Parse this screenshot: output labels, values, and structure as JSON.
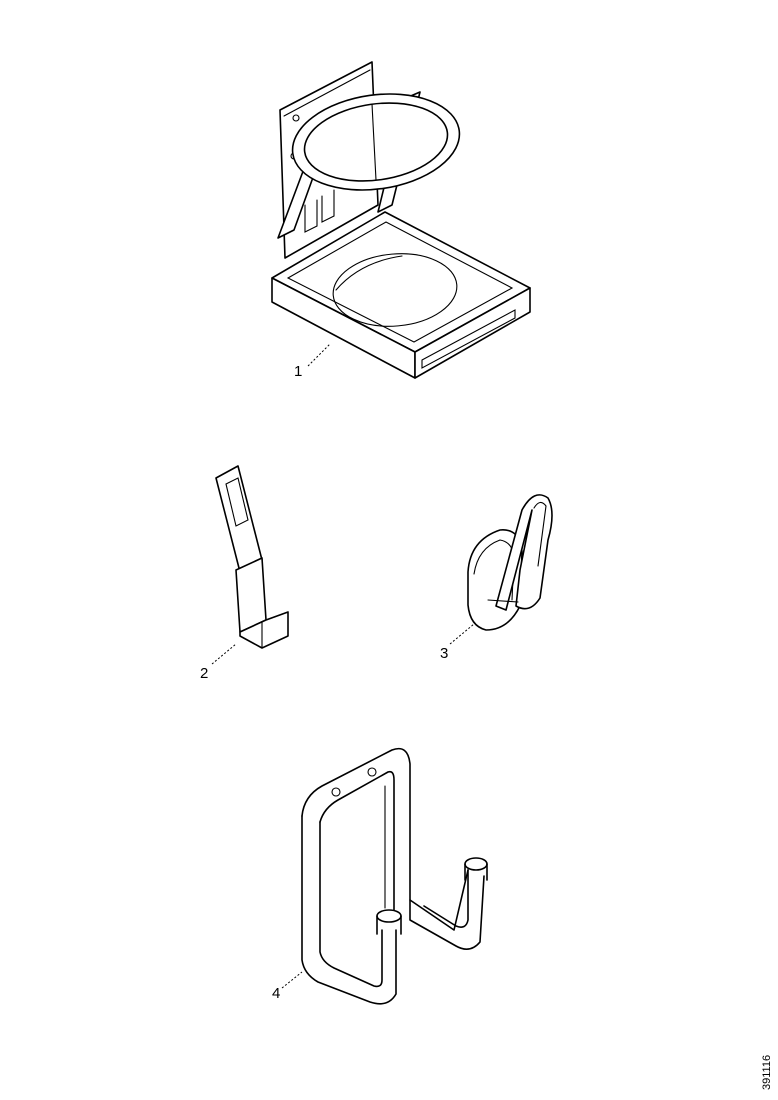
{
  "callouts": {
    "part_1": "1",
    "part_2": "2",
    "part_3": "3",
    "part_4": "4"
  },
  "document_number": "391116",
  "colors": {
    "line": "#000000",
    "background": "#ffffff"
  }
}
